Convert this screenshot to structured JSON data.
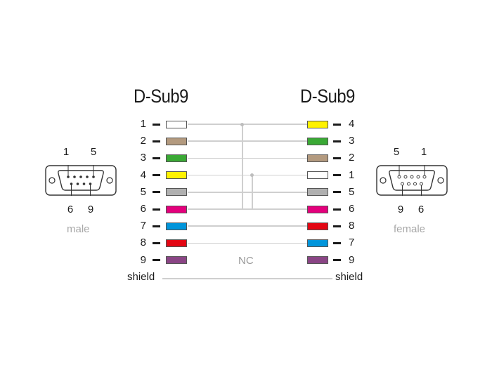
{
  "left_title": "D-Sub9",
  "right_title": "D-Sub9",
  "nc_label": "NC",
  "shield_left": "shield",
  "shield_right": "shield",
  "left_pins": [
    {
      "pin": "1",
      "color": "#ffffff"
    },
    {
      "pin": "2",
      "color": "#b39a7f"
    },
    {
      "pin": "3",
      "color": "#3aa935"
    },
    {
      "pin": "4",
      "color": "#fff200"
    },
    {
      "pin": "5",
      "color": "#b0b0b0"
    },
    {
      "pin": "6",
      "color": "#e4007c"
    },
    {
      "pin": "7",
      "color": "#0095db"
    },
    {
      "pin": "8",
      "color": "#e30613"
    },
    {
      "pin": "9",
      "color": "#8a4585"
    }
  ],
  "right_pins": [
    {
      "pin": "4",
      "color": "#fff200"
    },
    {
      "pin": "3",
      "color": "#3aa935"
    },
    {
      "pin": "2",
      "color": "#b39a7f"
    },
    {
      "pin": "1",
      "color": "#ffffff"
    },
    {
      "pin": "5",
      "color": "#b0b0b0"
    },
    {
      "pin": "6",
      "color": "#e4007c"
    },
    {
      "pin": "8",
      "color": "#e30613"
    },
    {
      "pin": "7",
      "color": "#0095db"
    },
    {
      "pin": "9",
      "color": "#8a4585"
    }
  ],
  "male_connector": {
    "label": "male",
    "top_left": "1",
    "top_right": "5",
    "bottom_left": "6",
    "bottom_right": "9"
  },
  "female_connector": {
    "label": "female",
    "top_left": "5",
    "top_right": "1",
    "bottom_left": "9",
    "bottom_right": "6"
  }
}
